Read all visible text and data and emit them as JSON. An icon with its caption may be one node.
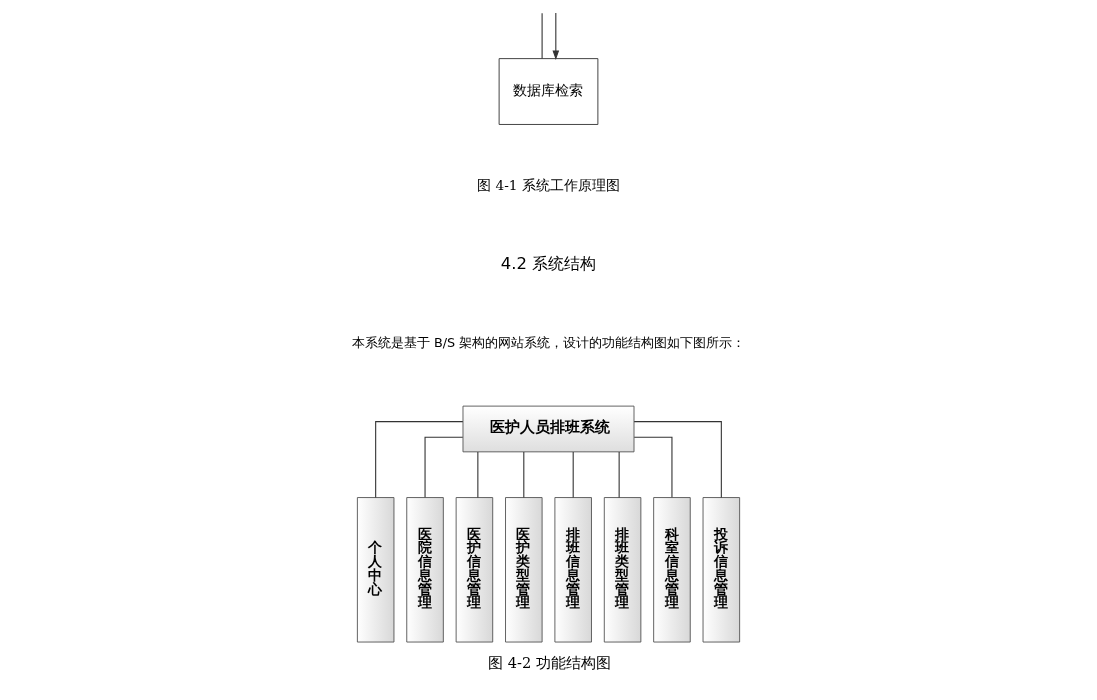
{
  "diagram": {
    "title": "4.2 系统结构",
    "caption": "图 4-2 功能结构图",
    "nodes": [
      {
        "text": [
          "数据库检索"
        ]
      },
      {
        "text": [
          "医护人员排班系统"
        ]
      },
      {
        "text": [
          "个人中心"
        ]
      },
      {
        "text": [
          "医院信息管理"
        ]
      },
      {
        "text": [
          "医护信息管理"
        ]
      },
      {
        "text": [
          "医护类型管理"
        ]
      },
      {
        "text": [
          "排班信息管理"
        ]
      },
      {
        "text": [
          "排班类型管理"
        ]
      },
      {
        "text": [
          "科室信息管理"
        ]
      },
      {
        "text": [
          "投诉信息管理"
        ]
      }
    ],
    "edges": [
      {
        "from": 0,
        "to": null,
        "arrow": "none"
      },
      {
        "from": null,
        "to": 0,
        "arrow": "to"
      },
      {
        "from": 1,
        "to": 2,
        "arrow": "none"
      },
      {
        "from": 1,
        "to": 3,
        "arrow": "none"
      },
      {
        "from": 1,
        "to": 4,
        "arrow": "none"
      },
      {
        "from": 1,
        "to": 5,
        "arrow": "none"
      },
      {
        "from": 1,
        "to": 6,
        "arrow": "none"
      },
      {
        "from": 1,
        "to": 7,
        "arrow": "none"
      },
      {
        "from": 1,
        "to": 8,
        "arrow": "none"
      },
      {
        "from": 1,
        "to": 9,
        "arrow": "none"
      }
    ],
    "labels": [
      "图 4-1 系统工作原理图",
      "本系统是基于 B/S 架构的网站系统，设计的功能结构图如下图所示："
    ]
  }
}
